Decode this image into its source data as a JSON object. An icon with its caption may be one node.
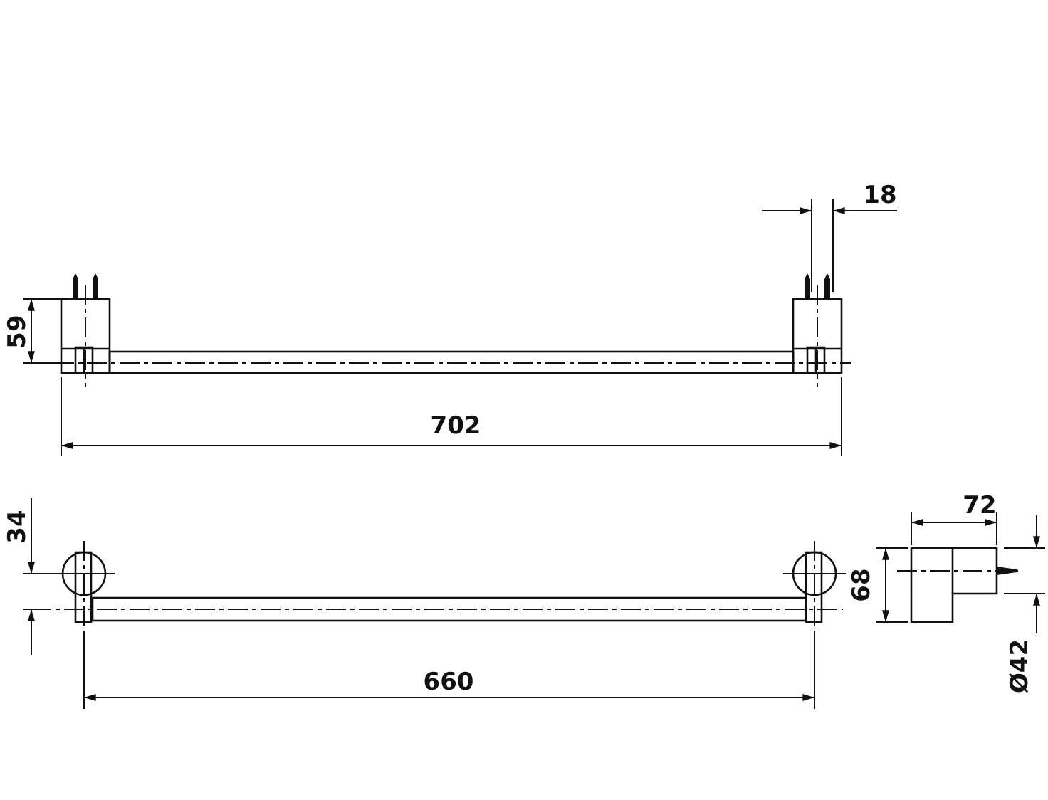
{
  "diagram": {
    "labels": [
      "18",
      "59",
      "702",
      "34",
      "72",
      "68",
      "660",
      "Ø42"
    ]
  }
}
